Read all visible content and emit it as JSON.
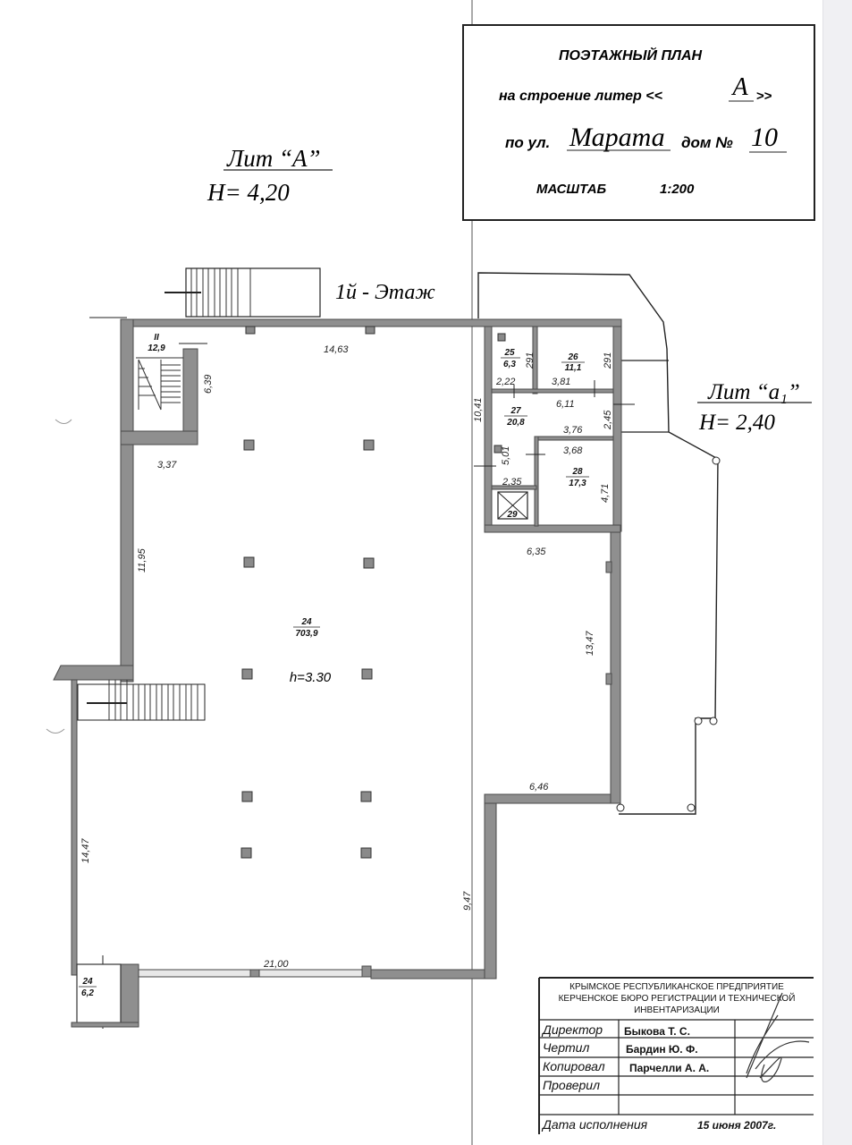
{
  "title_block": {
    "line1": "ПОЭТАЖНЫЙ ПЛАН",
    "line2_prefix": "на строение литер  <<",
    "line2_value": "А",
    "line2_suffix": ">>",
    "line3_prefix": "по ул.",
    "street": "Марата",
    "house_label": "дом №",
    "house_number": "10",
    "scale_label": "МАСШТАБ",
    "scale_value": "1:200"
  },
  "lit_a": {
    "label": "Лит “А”",
    "height": "Н= 4,20"
  },
  "lit_a1": {
    "label": "Лит “а₁”",
    "height": "Н= 2,40"
  },
  "floor_label": "1й - Этаж",
  "rooms": [
    {
      "id": "stair-II",
      "number": "II",
      "area": "12,9"
    },
    {
      "id": "room-25",
      "number": "25",
      "area": "6,3"
    },
    {
      "id": "room-26",
      "number": "26",
      "area": "11,1"
    },
    {
      "id": "room-27",
      "number": "27",
      "area": "20,8"
    },
    {
      "id": "room-28",
      "number": "28",
      "area": "17,3"
    },
    {
      "id": "room-29",
      "number": "29",
      "area": ""
    },
    {
      "id": "room-24-main",
      "number": "24",
      "area": "703,9"
    },
    {
      "id": "room-24-small",
      "number": "24",
      "area": "6,2"
    }
  ],
  "ceiling_height": "h=3.30",
  "dimensions": {
    "top_main": "14,63",
    "stair_depth": "6,39",
    "left_upper_width": "3,37",
    "left_upper_height": "11,95",
    "left_lower_height": "14,47",
    "bottom_width": "21,00",
    "right_lower_height": "9,47",
    "right_step_width": "6,46",
    "right_mid_height": "13,47",
    "right_mid_width": "6,35",
    "core_height": "10,41",
    "r25_width": "2,22",
    "r25_height": "291",
    "r26_width": "3,81",
    "r26_height": "291",
    "r27_width": "6,11",
    "r27_inner": "3,76",
    "r27_height": "5,01",
    "r27_side": "2,45",
    "r28_width": "3,68",
    "r28_height": "4,71",
    "r29_width": "2,35"
  },
  "stamp": {
    "org_line1": "КРЫМСКОЕ РЕСПУБЛИКАНСКОЕ ПРЕДПРИЯТИЕ",
    "org_line2": "КЕРЧЕНСКОЕ БЮРО РЕГИСТРАЦИИ И ТЕХНИЧЕСКОЙ",
    "org_line3": "ИНВЕНТАРИЗАЦИИ",
    "rows": [
      {
        "role": "Директор",
        "name": "Быкова Т. С."
      },
      {
        "role": "Чертил",
        "name": "Бардин Ю. Ф."
      },
      {
        "role": "Копировал",
        "name": "Парчелли А. А."
      },
      {
        "role": "Проверил",
        "name": ""
      },
      {
        "role": "",
        "name": ""
      }
    ],
    "date_label": "Дата исполнения",
    "date_value": "15 июня 2007г."
  }
}
